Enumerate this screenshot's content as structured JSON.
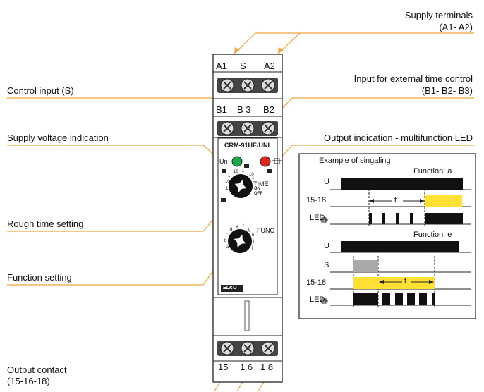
{
  "labels": {
    "supply_terminals": "Supply terminals",
    "supply_terminals_ids": "(A1- A2)",
    "control_input": "Control input (S)",
    "external_time": "Input for external time control",
    "external_time_ids": "(B1- B2- B3)",
    "supply_voltage": "Supply voltage indication",
    "output_indication": "Output indication - multifunction LED",
    "rough_time": "Rough time setting",
    "function_setting": "Function setting",
    "output_contact": "Output contact",
    "output_contact_ids": "(15-16-18)"
  },
  "device": {
    "top_terminals": [
      "A1",
      "S",
      "A2"
    ],
    "mid_terminals": [
      "B1",
      "B 3",
      "B2"
    ],
    "bottom_terminals": [
      "15",
      "1 6",
      "1 8"
    ],
    "model": "CRM-91HE/UNI",
    "un_label": "Un",
    "time_label": "TIME",
    "func_label": "FUNC",
    "on_label": "ON",
    "off_label": "OFF",
    "brand": "ELKO",
    "time_scale": [
      "1",
      "10",
      "1",
      "10",
      "1",
      "10",
      "1"
    ],
    "func_scale": [
      "a",
      "b",
      "c",
      "d",
      "e",
      "f",
      "g",
      "h",
      "i",
      "j"
    ]
  },
  "signaling": {
    "title": "Example of singaling",
    "function_a": "Function: a",
    "function_e": "Function: e",
    "row_u": "U",
    "row_s": "S",
    "row_contact": "15-18",
    "row_led": "LED",
    "t_label": "t"
  },
  "colors": {
    "led_green": "#1aa84a",
    "led_red": "#e0281e",
    "leader_orange": "#f2a33a",
    "signal_yellow": "#ffe033",
    "signal_gray": "#aaaaaa"
  }
}
